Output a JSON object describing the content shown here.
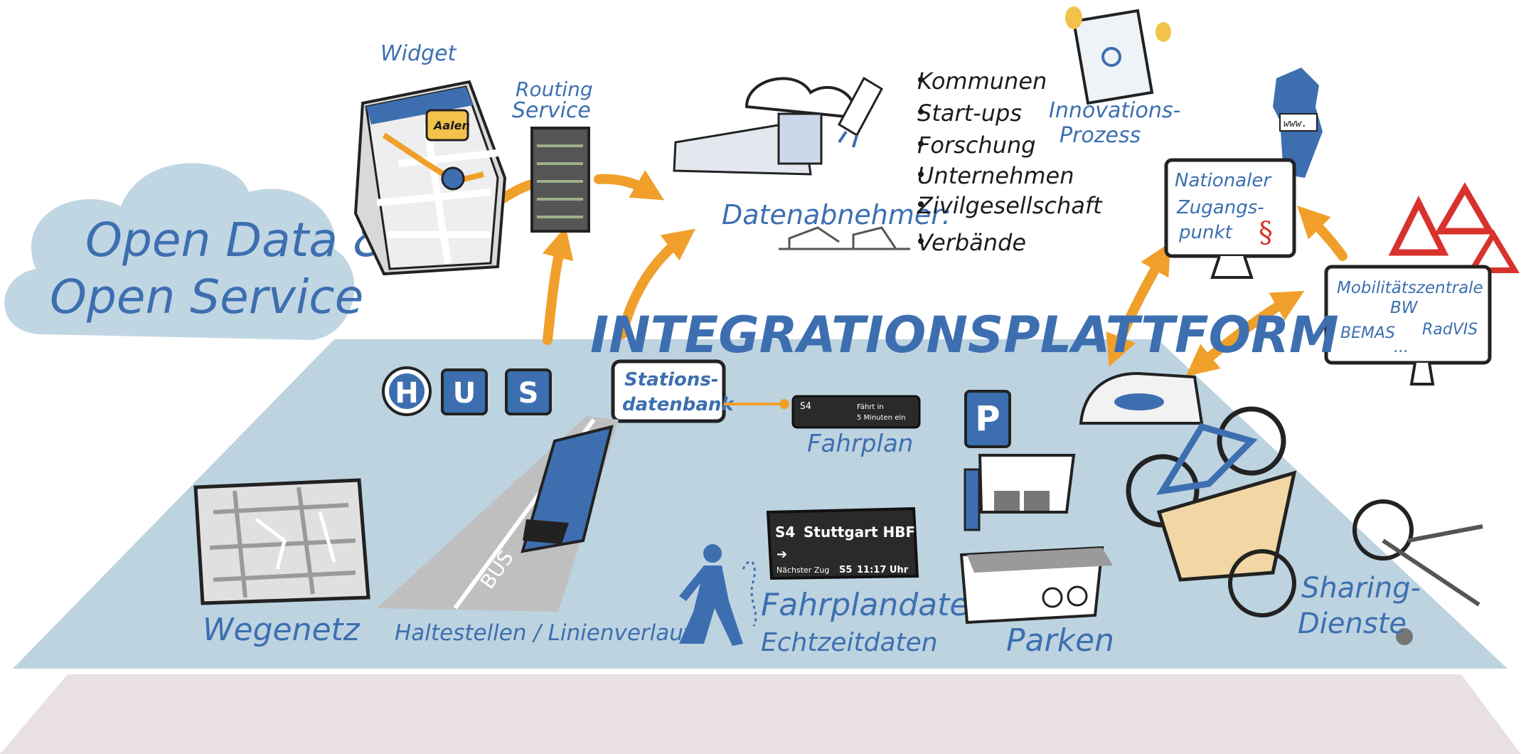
{
  "cloud": {
    "line1": "Open Data &",
    "line2": "Open Service"
  },
  "widget": {
    "label": "Widget",
    "map_place": "Aalen"
  },
  "routing_service": {
    "line1": "Routing",
    "line2": "Service"
  },
  "data_consumers": {
    "label": "Datenabnehmer:",
    "items": [
      "Kommunen",
      "Start-ups",
      "Forschung",
      "Unternehmen",
      "Zivilgesellschaft",
      "Verbände"
    ]
  },
  "innovation": {
    "line1": "Innovations-",
    "line2": "Prozess"
  },
  "nap": {
    "line1": "Nationaler",
    "line2": "Zugangs-",
    "line3": "punkt",
    "symbol": "§",
    "map_tag": "www."
  },
  "mobility_center": {
    "line1": "Mobilitätszentrale",
    "line2": "BW",
    "item1": "BEMAS",
    "item2": "RadVIS",
    "more": "..."
  },
  "platform": {
    "title": "INTEGRATIONSPLATTFORM"
  },
  "bus_stop_letters": [
    "H",
    "U",
    "S"
  ],
  "station_db": {
    "line1": "Stations-",
    "line2": "datenbank"
  },
  "timetable": {
    "label": "Fahrplan",
    "line_id": "S4",
    "sign_text1": "Fährt in",
    "sign_text2": "5 Minuten ein"
  },
  "departure_board": {
    "line_id": "S4",
    "destination": "Stuttgart HBF",
    "next_label": "Nächster Zug",
    "next_line": "S5",
    "next_time": "11:17 Uhr"
  },
  "bus_road_label": "BUS",
  "parking_sign": "P",
  "labels": {
    "wegenetz": "Wegenetz",
    "haltestellen": "Haltestellen / Linienverlauf",
    "fahrplandaten": "Fahrplandaten",
    "echtzeitdaten": "Echtzeitdaten",
    "parken": "Parken",
    "sharing1": "Sharing-",
    "sharing2": "Dienste"
  },
  "colors": {
    "platform": "#bdd3e0",
    "shadow": "#e9e0e5",
    "cloud": "#c1d6e3",
    "brand_blue": "#3d6fb0",
    "arrow_orange": "#f0a02a"
  }
}
